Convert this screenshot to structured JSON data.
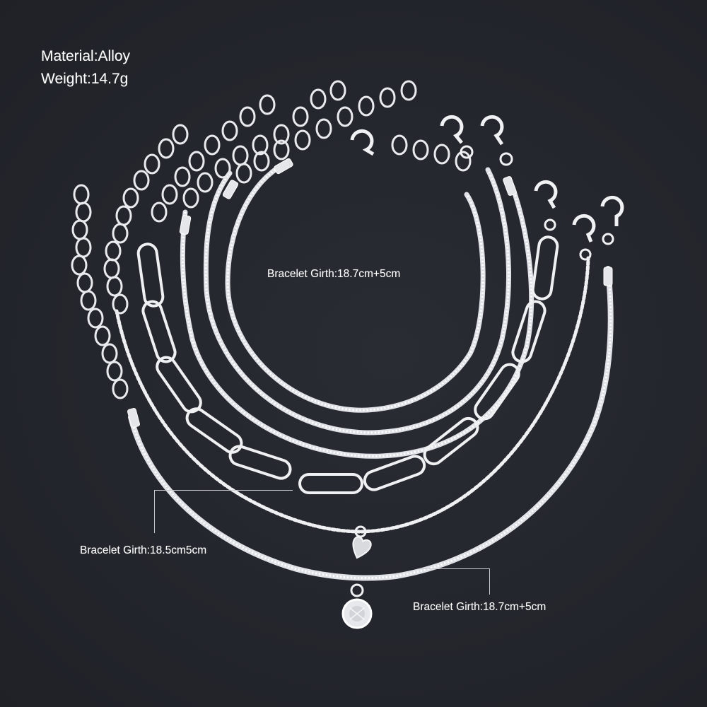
{
  "specs": {
    "material": "Material:Alloy",
    "weight": "Weight:14.7g"
  },
  "annotations": {
    "inner_bracelets": "Bracelet Girth:18.7cm+5cm",
    "paperclip_bead_bracelets": "Bracelet Girth:18.5cm5cm",
    "pendant_bracelet": "Bracelet Girth:18.7cm+5cm"
  },
  "scene": {
    "background_color": "#23252c",
    "metal_color": "#eef0f2",
    "text_color": "#ffffff",
    "bracelet_count": 6,
    "pendants": [
      "heart-charm",
      "round-crystal-charm"
    ]
  }
}
